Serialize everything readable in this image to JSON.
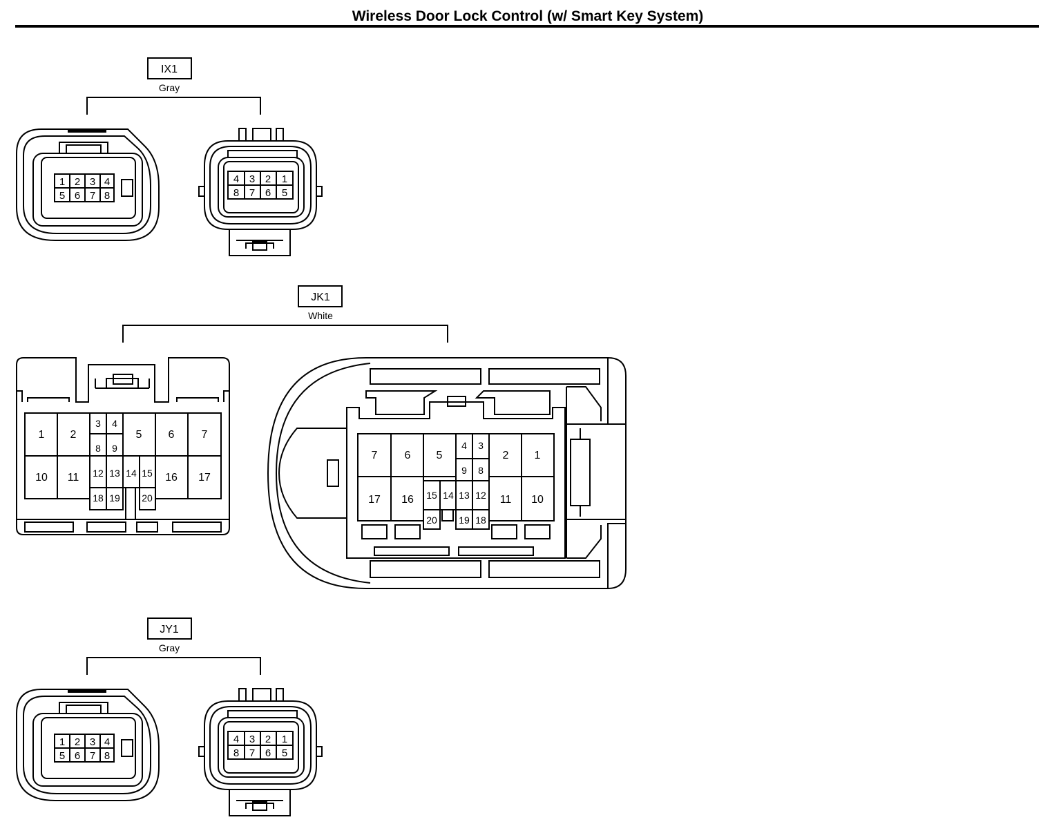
{
  "title": "Wireless Door Lock Control (w/ Smart Key System)",
  "connectors": [
    {
      "id": "IX1",
      "color": "Gray"
    },
    {
      "id": "JK1",
      "color": "White"
    },
    {
      "id": "JY1",
      "color": "Gray"
    }
  ],
  "pins": {
    "small_female": [
      "1",
      "2",
      "3",
      "4",
      "5",
      "6",
      "7",
      "8"
    ],
    "small_male": [
      "4",
      "3",
      "2",
      "1",
      "8",
      "7",
      "6",
      "5"
    ],
    "jk1_female": [
      "1",
      "2",
      "3",
      "4",
      "5",
      "6",
      "7",
      "8",
      "9",
      "10",
      "11",
      "12",
      "13",
      "14",
      "15",
      "16",
      "17",
      "18",
      "19",
      "20"
    ],
    "jk1_male": [
      "7",
      "6",
      "5",
      "4",
      "3",
      "2",
      "1",
      "9",
      "8",
      "17",
      "16",
      "15",
      "14",
      "13",
      "12",
      "11",
      "10",
      "20",
      "19",
      "18"
    ]
  }
}
